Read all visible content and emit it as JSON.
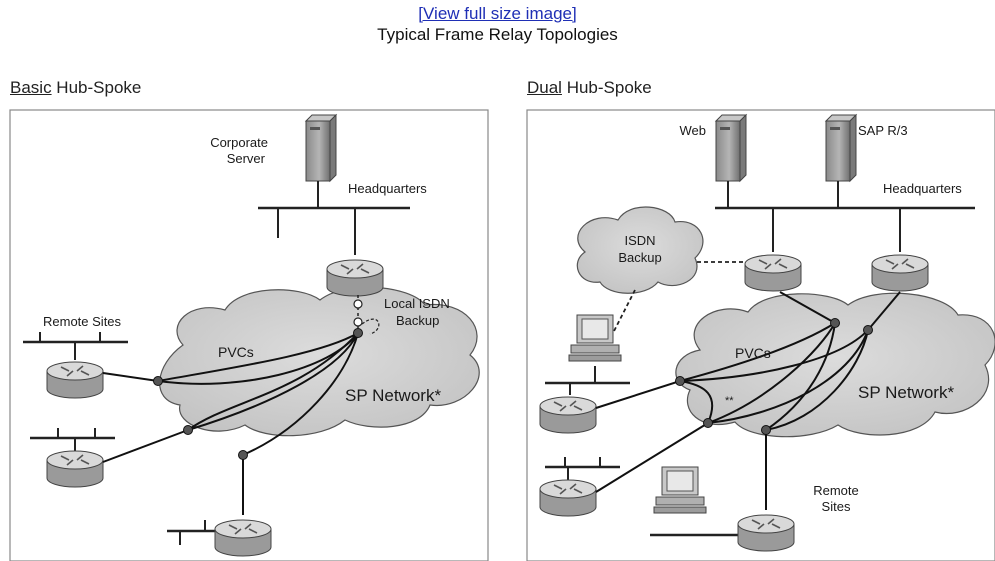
{
  "header": {
    "link_text": "[View full size image]",
    "title": "Typical Frame Relay Topologies"
  },
  "left_panel": {
    "title_underlined": "Basic",
    "title_rest": " Hub-Spoke",
    "labels": {
      "corporate": "Corporate",
      "server": "Server",
      "headquarters": "Headquarters",
      "local_isdn": "Local ISDN",
      "backup": "Backup",
      "remote_sites": "Remote Sites",
      "pvcs": "PVCs",
      "sp_network": "SP Network*"
    }
  },
  "right_panel": {
    "title_underlined": "Dual",
    "title_rest": " Hub-Spoke",
    "labels": {
      "web": "Web",
      "sap": "SAP R/3",
      "headquarters": "Headquarters",
      "isdn": "ISDN",
      "backup": "Backup",
      "pvcs": "PVCs",
      "double_star": "**",
      "sp_network": "SP Network*",
      "remote": "Remote",
      "sites": "Sites"
    }
  }
}
